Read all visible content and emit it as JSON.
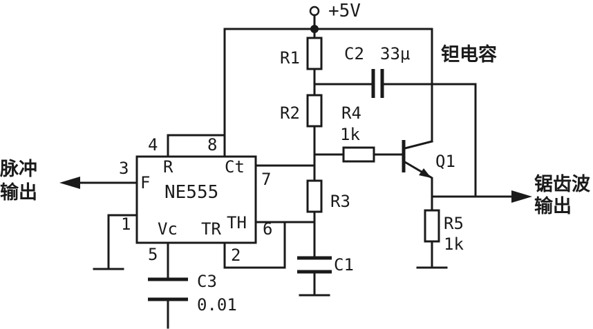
{
  "supply": {
    "label": "+5V"
  },
  "ic": {
    "name": "NE555",
    "pin_r": "R",
    "pin_ct": "Ct",
    "pin_f": "F",
    "pin_vc": "Vc",
    "pin_tr": "TR",
    "pin_th": "TH",
    "pin1": "1",
    "pin2": "2",
    "pin3": "3",
    "pin4": "4",
    "pin5": "5",
    "pin6": "6",
    "pin7": "7",
    "pin8": "8"
  },
  "components": {
    "r1": "R1",
    "r2": "R2",
    "r3": "R3",
    "r4": "R4",
    "r4_value": "1k",
    "r5": "R5",
    "r5_value": "1k",
    "c1": "C1",
    "c2": "C2",
    "c2_value": "33μ",
    "c2_note": "钽电容",
    "c3": "C3",
    "c3_value": "0.01",
    "q1": "Q1"
  },
  "outputs": {
    "pulse_line1": "脉冲",
    "pulse_line2": "输出",
    "saw_line1": "锯齿波",
    "saw_line2": "输出"
  }
}
